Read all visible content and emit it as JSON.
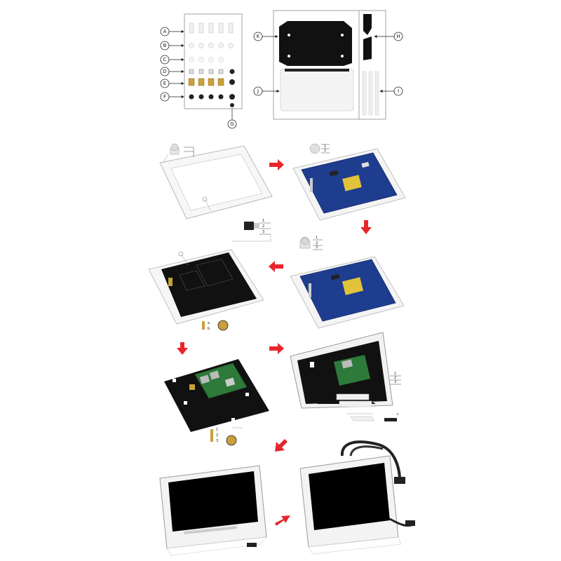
{
  "parts": {
    "left_labels": [
      "A",
      "B",
      "C",
      "D",
      "E",
      "F"
    ],
    "bottom_label": "G",
    "right_labels": {
      "H": "H",
      "I": "I",
      "J": "J",
      "K": "K"
    }
  },
  "callouts": {
    "a": "a",
    "b": "b",
    "c": "c",
    "one": "1",
    "two": "2",
    "three": "3"
  },
  "colors": {
    "arrow": "#e8262a",
    "lcd_board": "#1e3d8f",
    "acrylic_black": "#111111",
    "acrylic_white": "#f4f4f4",
    "pi_board": "#2d7a3a",
    "outline": "#9a9a9a"
  },
  "icons": {
    "step_arrow": "red-arrow-icon",
    "connector": "callout-line"
  }
}
